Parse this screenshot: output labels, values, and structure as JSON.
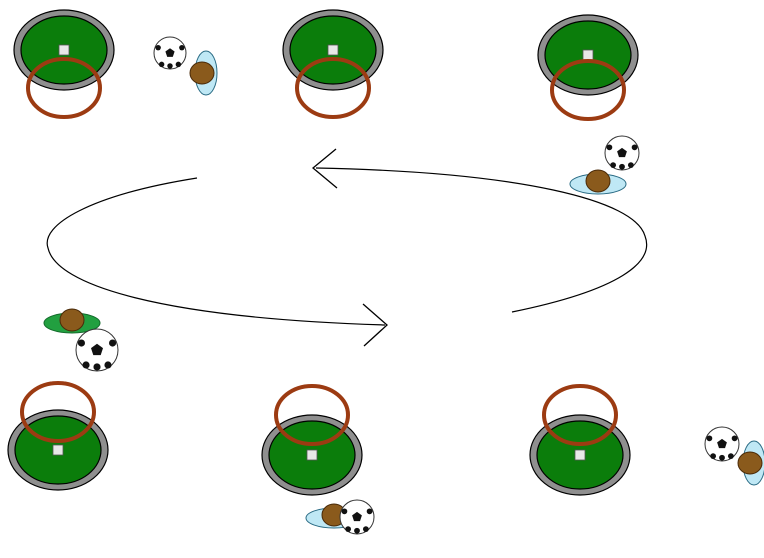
{
  "colors": {
    "background": "#ffffff",
    "pad_rim": "#8f8f8f",
    "pad_green": "#0b7d0b",
    "base_square": "#e8e8e8",
    "ring": "#9c3b12",
    "player_head": "#8a5a1c",
    "player_body_light": "#bfe8f5",
    "player_body_green": "#22a040",
    "ball": "#ffffff",
    "ball_patch": "#111111",
    "stroke": "#000000"
  },
  "diagram": {
    "stations": [
      {
        "name": "station-top-left",
        "ring": "below"
      },
      {
        "name": "station-top-middle",
        "ring": "below"
      },
      {
        "name": "station-top-right",
        "ring": "below"
      },
      {
        "name": "station-bottom-left",
        "ring": "above"
      },
      {
        "name": "station-bottom-middle",
        "ring": "above"
      },
      {
        "name": "station-bottom-right",
        "ring": "above"
      }
    ],
    "players": [
      {
        "name": "player-top-left",
        "body": "light",
        "pose": "vertical"
      },
      {
        "name": "player-top-right",
        "body": "light",
        "pose": "horizontal"
      },
      {
        "name": "player-middle-left",
        "body": "green",
        "pose": "horizontal"
      },
      {
        "name": "player-bottom-middle",
        "body": "light",
        "pose": "horizontal"
      },
      {
        "name": "player-bottom-right",
        "body": "light",
        "pose": "vertical"
      }
    ],
    "rotation": {
      "arrows": 2,
      "direction": "counter-clockwise"
    }
  }
}
